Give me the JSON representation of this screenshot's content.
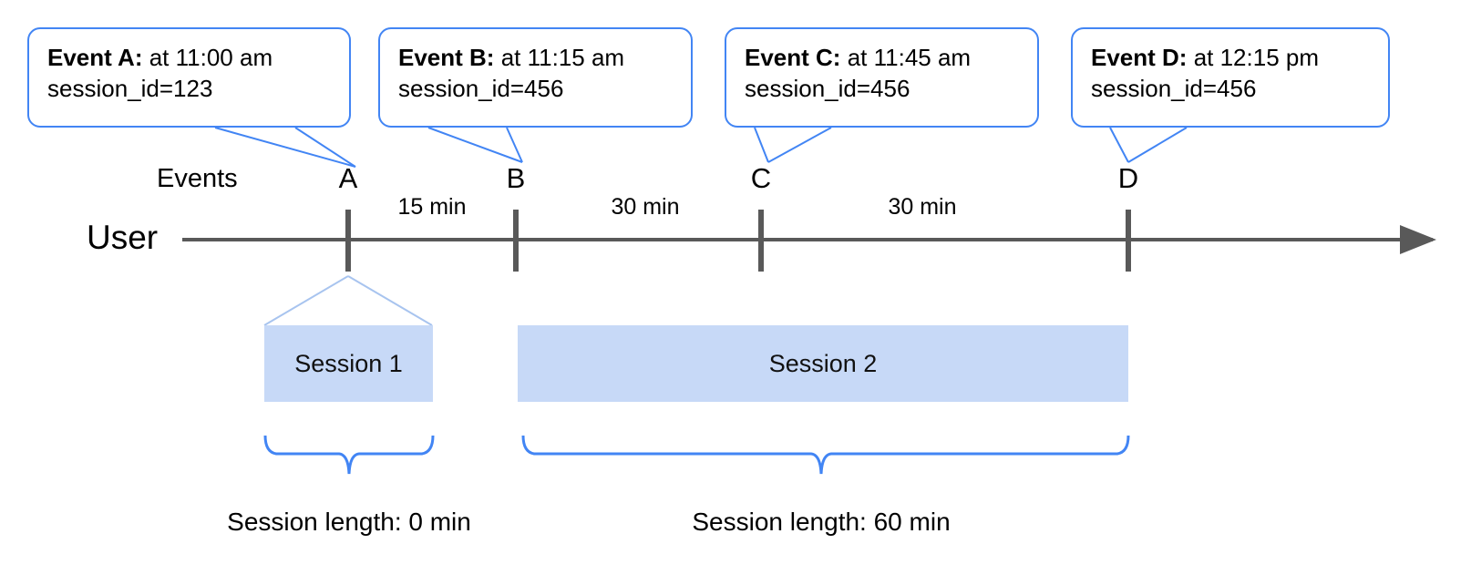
{
  "diagram": {
    "title_row_label": "Events",
    "actor_label": "User",
    "accent_blue": "#4285F4",
    "bar_fill": "#c7d9f7",
    "axis_color": "#595959"
  },
  "callouts": [
    {
      "id": "A",
      "event_label": "Event A:",
      "time_text": " at 11:00 am",
      "session_line": "session_id=123"
    },
    {
      "id": "B",
      "event_label": "Event B:",
      "time_text": " at 11:15 am",
      "session_line": "session_id=456"
    },
    {
      "id": "C",
      "event_label": "Event C:",
      "time_text": " at 11:45 am",
      "session_line": "session_id=456"
    },
    {
      "id": "D",
      "event_label": "Event D:",
      "time_text": " at 12:15 pm",
      "session_line": "session_id=456"
    }
  ],
  "events": [
    {
      "letter": "A"
    },
    {
      "letter": "B"
    },
    {
      "letter": "C"
    },
    {
      "letter": "D"
    }
  ],
  "gaps": [
    {
      "label": "15 min"
    },
    {
      "label": "30 min"
    },
    {
      "label": "30 min"
    }
  ],
  "sessions": [
    {
      "name": "Session 1",
      "length_label": "Session length: 0 min"
    },
    {
      "name": "Session 2",
      "length_label": "Session length: 60 min"
    }
  ]
}
